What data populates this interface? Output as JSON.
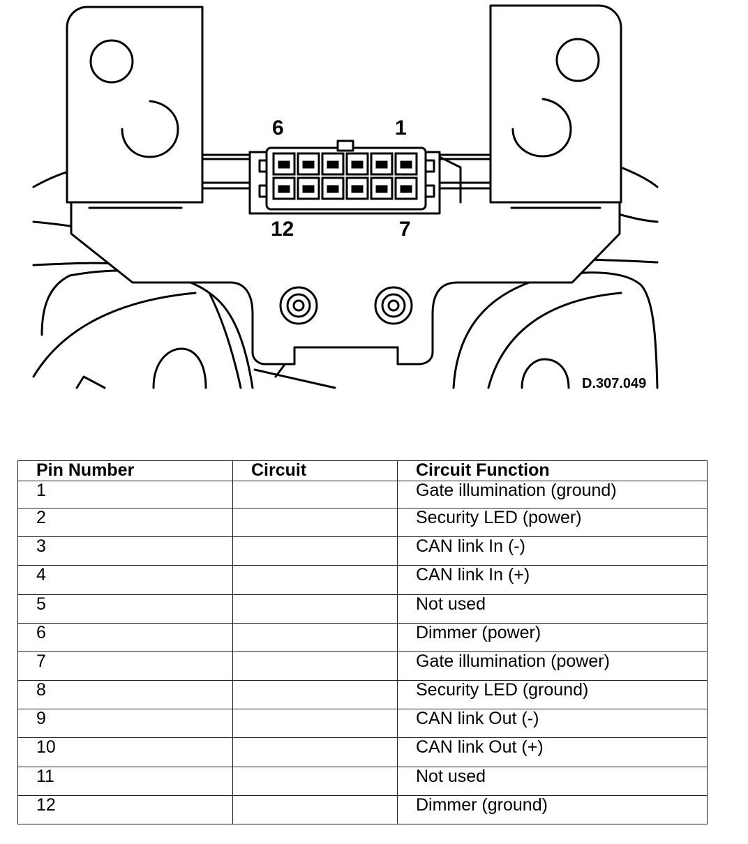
{
  "diagram": {
    "connector_pin_labels": {
      "top_left": "6",
      "top_right": "1",
      "bottom_left": "12",
      "bottom_right": "7"
    },
    "reference_code": "D.307.049"
  },
  "table": {
    "headers": [
      "Pin Number",
      "Circuit",
      "Circuit Function"
    ],
    "rows": [
      {
        "pin": "1",
        "circuit": "",
        "function": "Gate illumination (ground)"
      },
      {
        "pin": "2",
        "circuit": "",
        "function": "Security LED (power)"
      },
      {
        "pin": "3",
        "circuit": "",
        "function": "CAN link In (-)"
      },
      {
        "pin": "4",
        "circuit": "",
        "function": "CAN link In (+)"
      },
      {
        "pin": "5",
        "circuit": "",
        "function": "Not used"
      },
      {
        "pin": "6",
        "circuit": "",
        "function": "Dimmer (power)"
      },
      {
        "pin": "7",
        "circuit": "",
        "function": "Gate illumination (power)"
      },
      {
        "pin": "8",
        "circuit": "",
        "function": "Security LED (ground)"
      },
      {
        "pin": "9",
        "circuit": "",
        "function": "CAN link Out (-)"
      },
      {
        "pin": "10",
        "circuit": "",
        "function": "CAN link Out (+)"
      },
      {
        "pin": "11",
        "circuit": "",
        "function": "Not used"
      },
      {
        "pin": "12",
        "circuit": "",
        "function": "Dimmer (ground)"
      }
    ]
  }
}
